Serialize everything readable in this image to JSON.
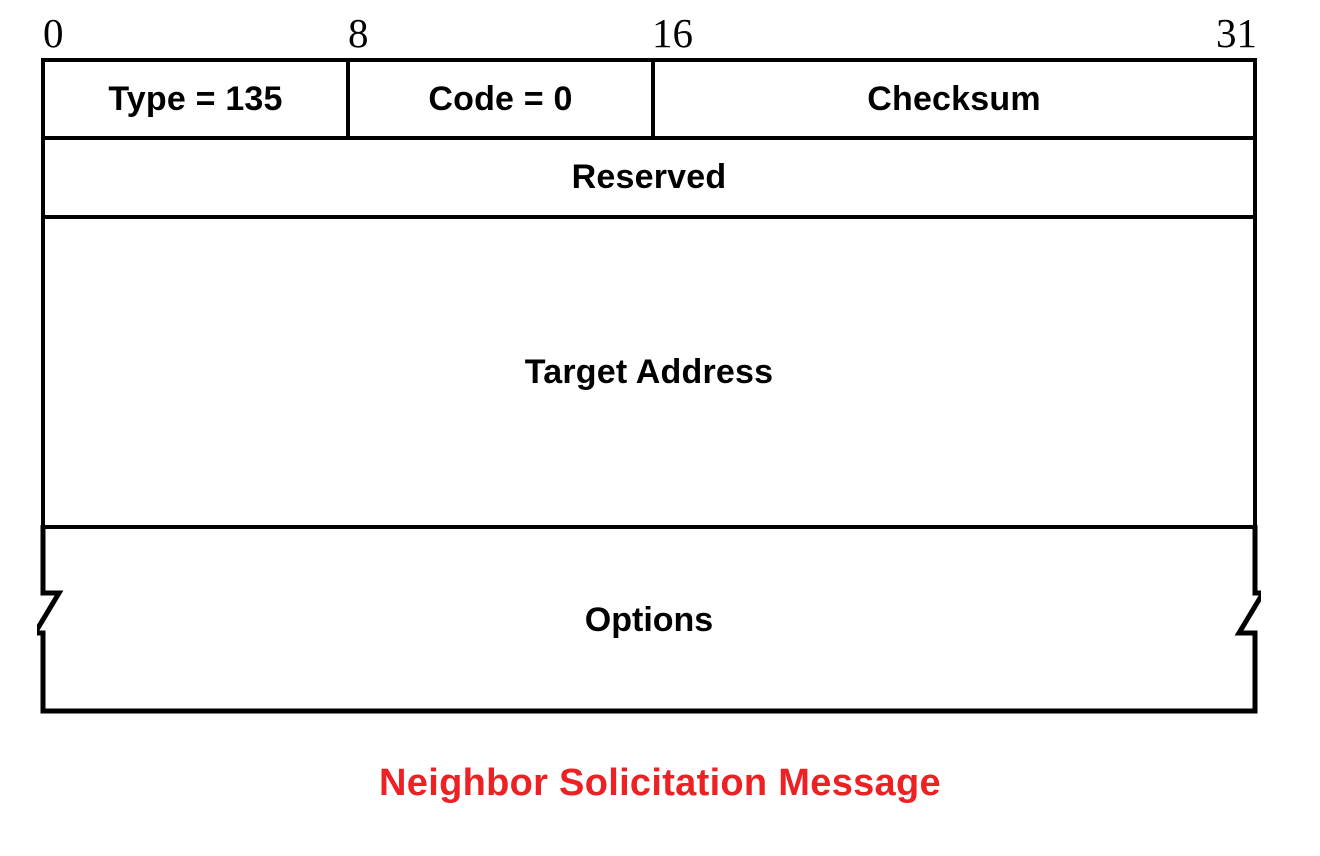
{
  "figure": {
    "caption": "Neighbor Solicitation Message",
    "caption_color": "#ED2024",
    "line_color": "#000000",
    "background": "#FFFFFF"
  },
  "bit_ruler": {
    "ticks": [
      "0",
      "8",
      "16",
      "31"
    ]
  },
  "packet": {
    "rows": [
      {
        "name": "header-row",
        "fields": [
          {
            "label": "Type = 135",
            "bits": "0-7"
          },
          {
            "label": "Code = 0",
            "bits": "8-15"
          },
          {
            "label": "Checksum",
            "bits": "16-31"
          }
        ]
      },
      {
        "name": "reserved-row",
        "fields": [
          {
            "label": "Reserved",
            "bits": "0-31"
          }
        ]
      },
      {
        "name": "target-address-row",
        "fields": [
          {
            "label": "Target Address",
            "bits": "0-31"
          }
        ]
      },
      {
        "name": "options-row",
        "fields": [
          {
            "label": "Options",
            "bits": "0-31"
          }
        ]
      }
    ]
  }
}
